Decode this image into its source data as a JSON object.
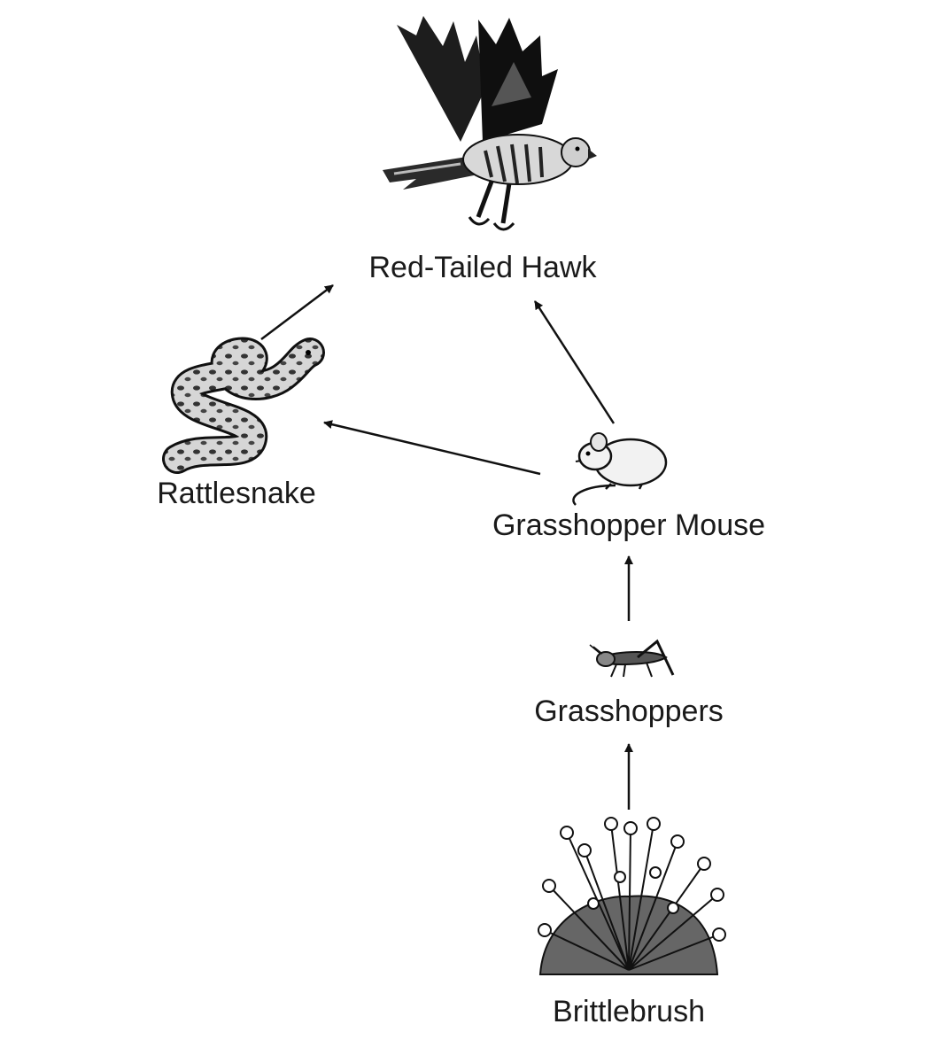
{
  "organisms": {
    "hawk": "Red-Tailed Hawk",
    "rattlesnake": "Rattlesnake",
    "mouse": "Grasshopper Mouse",
    "grasshoppers": "Grasshoppers",
    "brittlebrush": "Brittlebrush"
  },
  "arrows": [
    {
      "from": "rattlesnake",
      "to": "hawk"
    },
    {
      "from": "mouse",
      "to": "hawk"
    },
    {
      "from": "mouse",
      "to": "rattlesnake"
    },
    {
      "from": "grasshoppers",
      "to": "mouse"
    },
    {
      "from": "brittlebrush",
      "to": "grasshoppers"
    }
  ],
  "icons": [
    "hawk-icon",
    "rattlesnake-icon",
    "mouse-icon",
    "grasshopper-icon",
    "brittlebrush-icon"
  ]
}
